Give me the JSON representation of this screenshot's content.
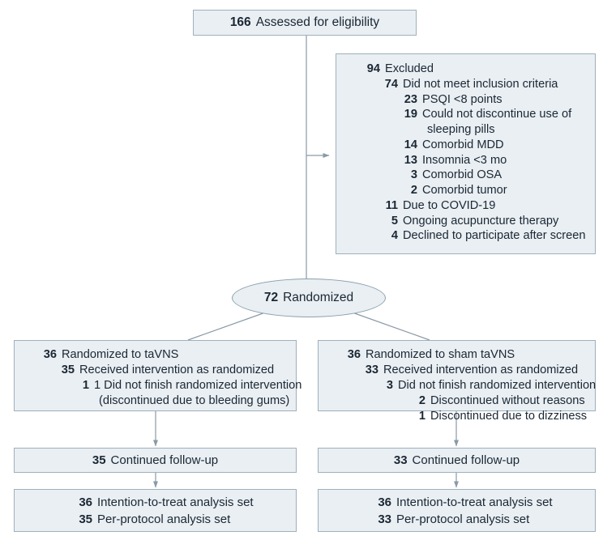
{
  "diagram": {
    "title": "CONSORT participant flow diagram",
    "colors": {
      "box_fill": "#e9eff3",
      "box_border": "#9fb0bb",
      "connector": "#8a9aa6",
      "text": "#1b2733"
    }
  },
  "eligibility": {
    "count": "166",
    "label": "Assessed for eligibility"
  },
  "excluded": {
    "lines": [
      {
        "num": "94",
        "text": "Excluded",
        "indent": 0
      },
      {
        "num": "74",
        "text": "Did not meet inclusion criteria",
        "indent": 1
      },
      {
        "num": "23",
        "text": "PSQI <8 points",
        "indent": 2
      },
      {
        "num": "19",
        "text": "Could not discontinue use of",
        "indent": 2
      },
      {
        "num": "",
        "text": "sleeping pills",
        "indent": 2,
        "continuation": true
      },
      {
        "num": "14",
        "text": "Comorbid MDD",
        "indent": 2
      },
      {
        "num": "13",
        "text": "Insomnia <3 mo",
        "indent": 2
      },
      {
        "num": "3",
        "text": "Comorbid OSA",
        "indent": 2
      },
      {
        "num": "2",
        "text": "Comorbid tumor",
        "indent": 2
      },
      {
        "num": "11",
        "text": "Due to COVID-19",
        "indent": 1
      },
      {
        "num": "5",
        "text": "Ongoing acupuncture therapy",
        "indent": 1
      },
      {
        "num": "4",
        "text": "Declined to participate after screen",
        "indent": 1
      }
    ]
  },
  "randomized": {
    "count": "72",
    "label": "Randomized"
  },
  "arms": [
    {
      "id": "tavns",
      "lines": [
        {
          "num": "36",
          "text": "Randomized to taVNS",
          "indent": 0
        },
        {
          "num": "35",
          "text": "Received intervention as randomized",
          "indent": 1
        },
        {
          "num": "1",
          "text": "1 Did not finish randomized intervention",
          "indent": 2
        },
        {
          "num": "",
          "text": "(discontinued due to bleeding gums)",
          "indent": 2,
          "continuation": true
        }
      ],
      "followup": {
        "num": "35",
        "text": "Continued follow-up"
      },
      "analysis": [
        {
          "num": "36",
          "text": "Intention-to-treat analysis set"
        },
        {
          "num": "35",
          "text": "Per-protocol analysis set"
        }
      ]
    },
    {
      "id": "sham-tavns",
      "lines": [
        {
          "num": "36",
          "text": "Randomized to sham taVNS",
          "indent": 0
        },
        {
          "num": "33",
          "text": "Received intervention as randomized",
          "indent": 1
        },
        {
          "num": "3",
          "text": "Did not finish randomized intervention",
          "indent": 2
        },
        {
          "num": "2",
          "text": "Discontinued without reasons",
          "indent": 3
        },
        {
          "num": "1",
          "text": "Discontinued due to dizziness",
          "indent": 3
        }
      ],
      "followup": {
        "num": "33",
        "text": "Continued follow-up"
      },
      "analysis": [
        {
          "num": "36",
          "text": "Intention-to-treat analysis set"
        },
        {
          "num": "33",
          "text": "Per-protocol analysis set"
        }
      ]
    }
  ]
}
